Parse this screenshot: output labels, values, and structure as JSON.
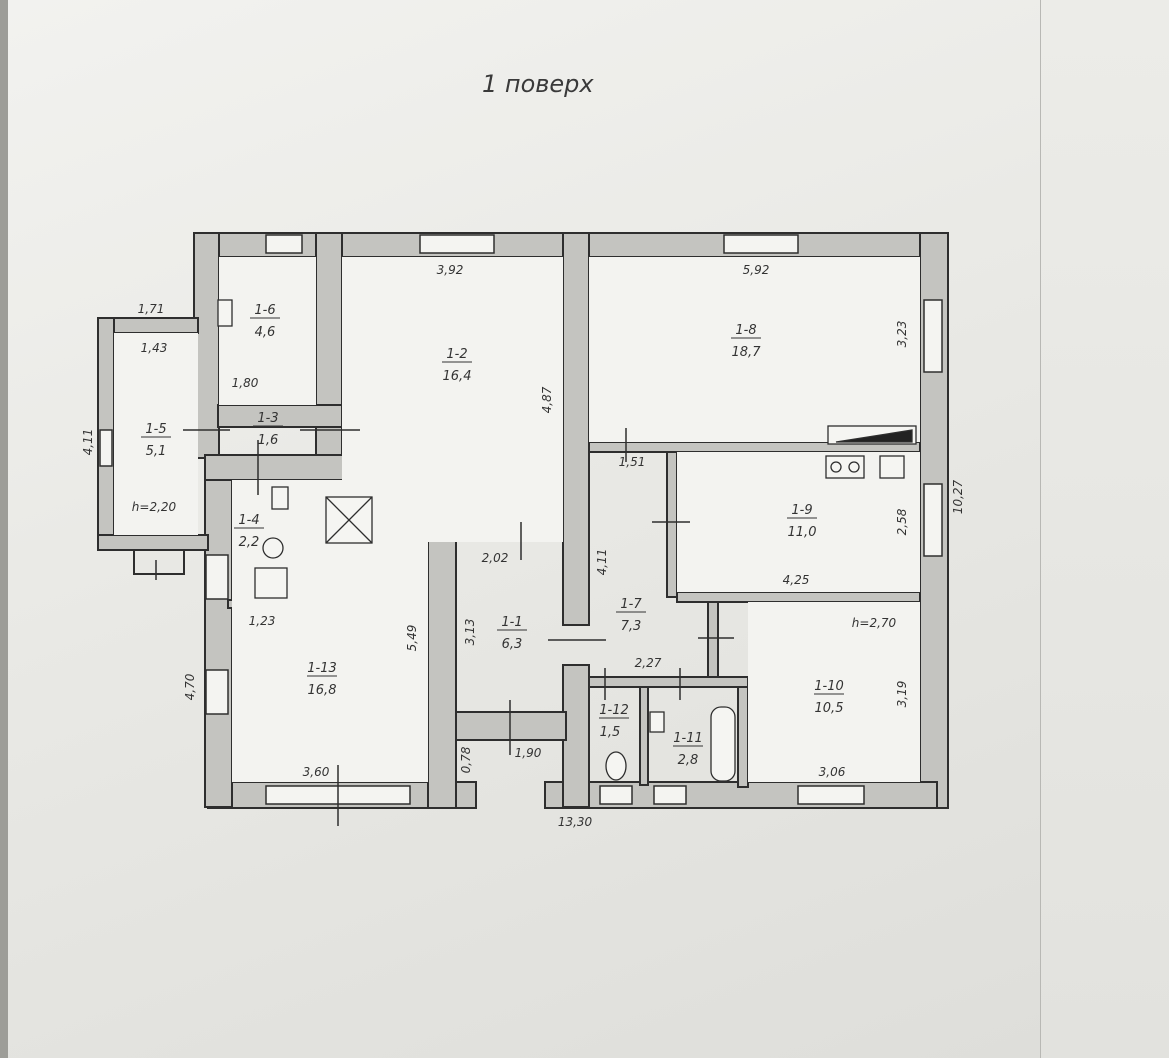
{
  "title": "1 поверх",
  "rooms": [
    {
      "id": "1-1",
      "area": "6,3"
    },
    {
      "id": "1-2",
      "area": "16,4"
    },
    {
      "id": "1-3",
      "area": "1,6"
    },
    {
      "id": "1-4",
      "area": "2,2"
    },
    {
      "id": "1-5",
      "area": "5,1"
    },
    {
      "id": "1-6",
      "area": "4,6"
    },
    {
      "id": "1-7",
      "area": "7,3"
    },
    {
      "id": "1-8",
      "area": "18,7"
    },
    {
      "id": "1-9",
      "area": "11,0"
    },
    {
      "id": "1-10",
      "area": "10,5"
    },
    {
      "id": "1-11",
      "area": "2,8"
    },
    {
      "id": "1-12",
      "area": "1,5"
    },
    {
      "id": "1-13",
      "area": "16,8"
    }
  ],
  "dimensions": {
    "d_392": "3,92",
    "d_592": "5,92",
    "d_171": "1,71",
    "d_143": "1,43",
    "d_180": "1,80",
    "d_411_left": "4,11",
    "d_487": "4,87",
    "d_323": "3,23",
    "d_151": "1,51",
    "d_1027": "10,27",
    "d_202": "2,02",
    "d_411_mid": "4,11",
    "d_258": "2,58",
    "d_425": "4,25",
    "d_123": "1,23",
    "d_549": "5,49",
    "d_313": "3,13",
    "d_470": "4,70",
    "d_227": "2,27",
    "d_319": "3,19",
    "d_078": "0,78",
    "d_190": "1,90",
    "d_360": "3,60",
    "d_306": "3,06",
    "d_1330": "13,30"
  },
  "heights": {
    "h_left": "h=2,20",
    "h_right": "h=2,70"
  }
}
